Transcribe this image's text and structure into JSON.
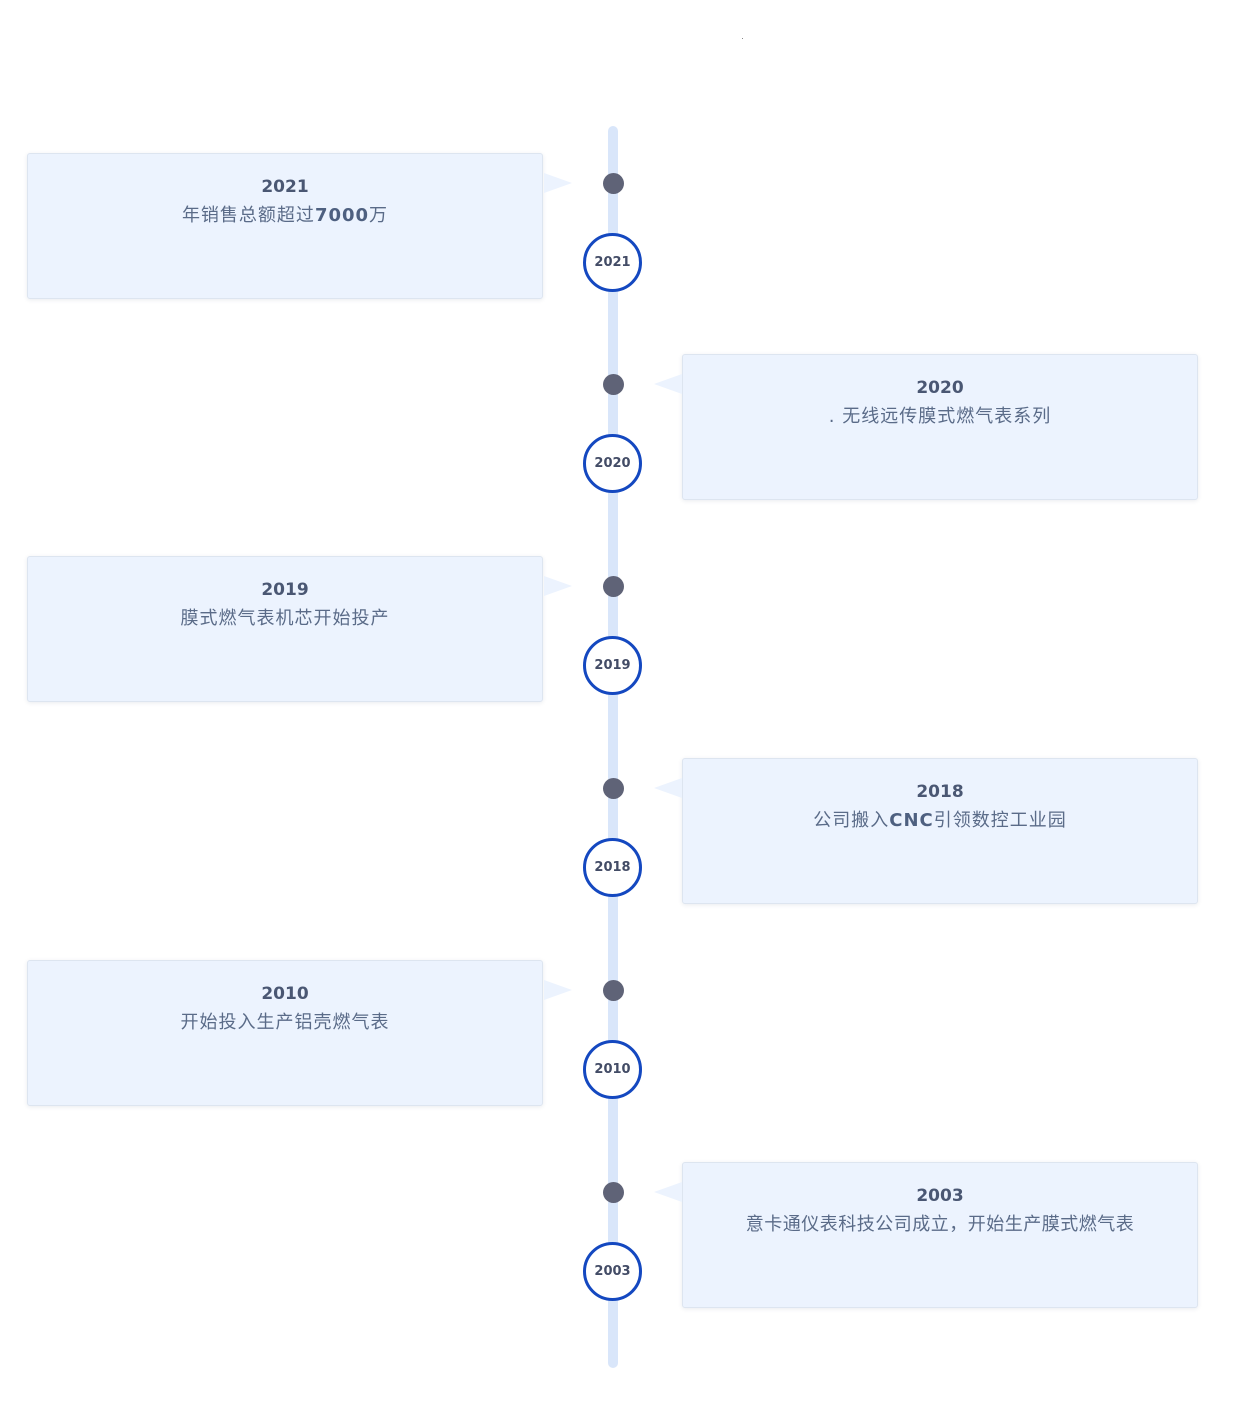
{
  "events": [
    {
      "year": "2021",
      "text_before": "年销售总额超过",
      "text_bold": "7000",
      "text_after": "万",
      "side": "left"
    },
    {
      "year": "2020",
      "text_before": ". 无线远传膜式燃气表系列",
      "text_bold": "",
      "text_after": "",
      "side": "right"
    },
    {
      "year": "2019",
      "text_before": "膜式燃气表机芯开始投产",
      "text_bold": "",
      "text_after": "",
      "side": "left"
    },
    {
      "year": "2018",
      "text_before": "公司搬入",
      "text_bold": "CNC",
      "text_after": "引领数控工业园",
      "side": "right"
    },
    {
      "year": "2010",
      "text_before": "开始投入生产铝壳燃气表",
      "text_bold": "",
      "text_after": "",
      "side": "left"
    },
    {
      "year": "2003",
      "text_before": "意卡通仪表科技公司成立，开始生产膜式燃气表",
      "text_bold": "",
      "text_after": "",
      "side": "right"
    }
  ],
  "colors": {
    "card_bg": "#ecf3fe",
    "spine": "#d9e6fa",
    "dot": "#5f6377",
    "circle_border": "#1448c0",
    "year_text": "#4a5773",
    "body_text": "#5a6b88"
  }
}
